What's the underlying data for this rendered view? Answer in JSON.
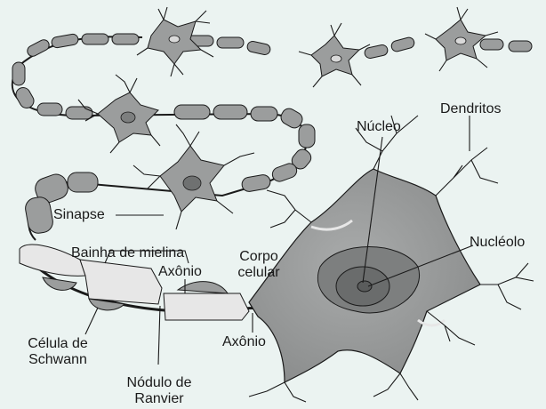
{
  "labels": {
    "dendritos": "Dendritos",
    "nucleo": "Núcleo",
    "nucleolo": "Nucléolo",
    "sinapse": "Sinapse",
    "bainha_de_mielina": "Bainha de mielina",
    "axonio_upper": "Axônio",
    "corpo_celular_line1": "Corpo",
    "corpo_celular_line2": "celular",
    "axonio_lower": "Axônio",
    "celula_de_schwann_line1": "Célula de",
    "celula_de_schwann_line2": "Schwann",
    "nodulo_de_ranvier_line1": "Nódulo de",
    "nodulo_de_ranvier_line2": "Ranvier"
  },
  "colors": {
    "background": "#ebf3f1",
    "cell_fill": "#9b9d9d",
    "cell_dark": "#7d7f7f",
    "myelin_fill": "#8f9191",
    "myelin_light": "#e7e7e7",
    "outline": "#1a1a1a"
  }
}
